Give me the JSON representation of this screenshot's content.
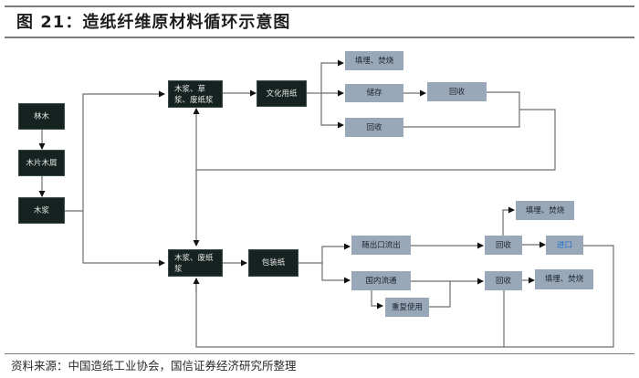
{
  "header": {
    "title": "图 21：造纸纤维原材料循环示意图"
  },
  "footer": {
    "source": "资料来源：中国造纸工业协会，国信证券经济研究所整理"
  },
  "colors": {
    "dark_box": "#152220",
    "light_box": "#98a8b8",
    "line": "#6e6e6e",
    "accent_text": "#1f6fd1"
  },
  "nodes": {
    "forest": "林木",
    "wood_chips": "木片木屑",
    "wood_pulp": "木浆",
    "pulp_mix_top": "木浆、草浆、废纸浆",
    "culture_paper": "文化用纸",
    "landfill_top": "填埋、焚烧",
    "storage": "储存",
    "recycle_after_storage": "回收",
    "recycle_top": "回收",
    "pulp_mix_bottom": "木浆、废纸浆",
    "packaging_paper": "包装纸",
    "export_outflow": "随出口流出",
    "domestic_circulation": "国内流通",
    "reuse": "重复使用",
    "recycle_export": "回收",
    "landfill_export": "填埋、焚烧",
    "import": "进口",
    "recycle_domestic": "回收",
    "landfill_domestic": "填埋、焚烧"
  }
}
